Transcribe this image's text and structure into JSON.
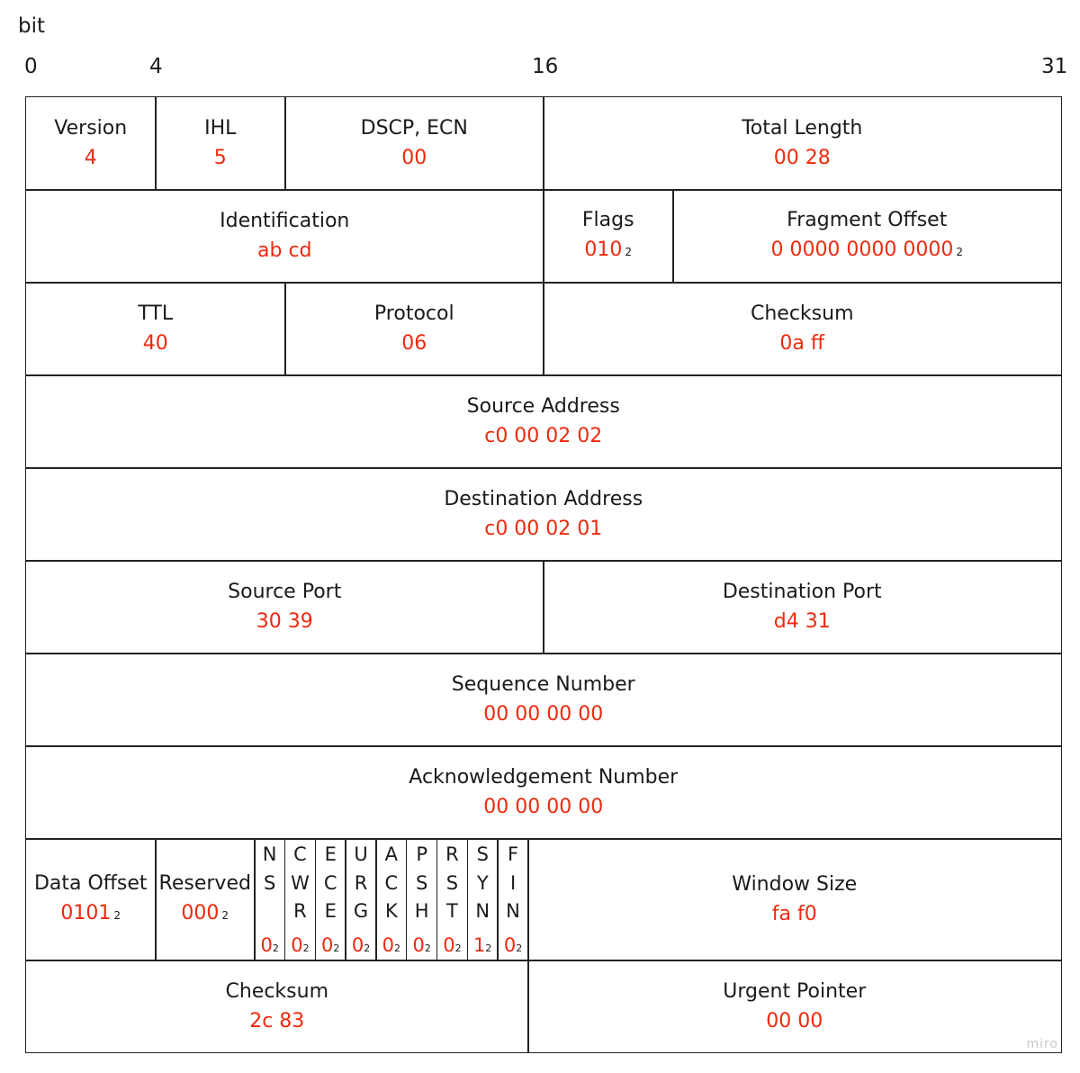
{
  "bit_label": "bit",
  "bit_positions": [
    "0",
    "4",
    "16",
    "31"
  ],
  "colors": {
    "value": "#ee2a0e",
    "border": "#222222"
  },
  "rows": [
    [
      {
        "label": "Version",
        "value": "4"
      },
      {
        "label": "IHL",
        "value": "5"
      },
      {
        "label": "DSCP, ECN",
        "value": "00"
      },
      {
        "label": "Total Length",
        "value": "00 28"
      }
    ],
    [
      {
        "label": "Identification",
        "value": "ab cd"
      },
      {
        "label": "Flags",
        "value": "010",
        "base": "2"
      },
      {
        "label": "Fragment Offset",
        "value": "0 0000 0000 0000",
        "base": "2"
      }
    ],
    [
      {
        "label": "TTL",
        "value": "40"
      },
      {
        "label": "Protocol",
        "value": "06"
      },
      {
        "label": "Checksum",
        "value": "0a ff"
      }
    ],
    [
      {
        "label": "Source Address",
        "value": "c0 00 02 02"
      }
    ],
    [
      {
        "label": "Destination Address",
        "value": "c0 00 02 01"
      }
    ],
    [
      {
        "label": "Source Port",
        "value": "30 39"
      },
      {
        "label": "Destination Port",
        "value": "d4 31"
      }
    ],
    [
      {
        "label": "Sequence Number",
        "value": "00 00 00 00"
      }
    ],
    [
      {
        "label": "Acknowledgement Number",
        "value": "00 00 00 00"
      }
    ],
    [
      {
        "label": "Data Offset",
        "value": "0101",
        "base": "2"
      },
      {
        "label": "Reserved",
        "value": "000",
        "base": "2"
      },
      {
        "label": "Window Size",
        "value": "fa f0"
      }
    ],
    [
      {
        "label": "Checksum",
        "value": "2c 83"
      },
      {
        "label": "Urgent Pointer",
        "value": "00 00"
      }
    ]
  ],
  "tcp_flags": [
    {
      "name": "NS",
      "chars": [
        "N",
        "S"
      ],
      "value": "0",
      "base": "2"
    },
    {
      "name": "CWR",
      "chars": [
        "C",
        "W",
        "R"
      ],
      "value": "0",
      "base": "2"
    },
    {
      "name": "ECE",
      "chars": [
        "E",
        "C",
        "E"
      ],
      "value": "0",
      "base": "2"
    },
    {
      "name": "URG",
      "chars": [
        "U",
        "R",
        "G"
      ],
      "value": "0",
      "base": "2"
    },
    {
      "name": "ACK",
      "chars": [
        "A",
        "C",
        "K"
      ],
      "value": "0",
      "base": "2"
    },
    {
      "name": "PSH",
      "chars": [
        "P",
        "S",
        "H"
      ],
      "value": "0",
      "base": "2"
    },
    {
      "name": "RST",
      "chars": [
        "R",
        "S",
        "T"
      ],
      "value": "0",
      "base": "2"
    },
    {
      "name": "SYN",
      "chars": [
        "S",
        "Y",
        "N"
      ],
      "value": "1",
      "base": "2"
    },
    {
      "name": "FIN",
      "chars": [
        "F",
        "I",
        "N"
      ],
      "value": "0",
      "base": "2"
    }
  ],
  "watermark": "miro"
}
